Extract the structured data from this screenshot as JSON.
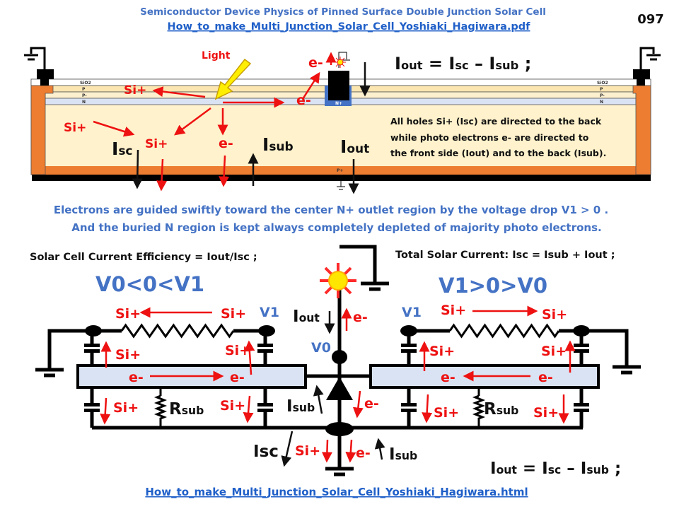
{
  "header": {
    "title": "Semiconductor Device Physics of Pinned Surface Double Junction Solar Cell",
    "pdf_link": "How_to_make_Multi_Junction_Solar_Cell_Yoshiaki_Hagiwara.pdf",
    "page_number": "097"
  },
  "symbols": {
    "hole": "Si+",
    "electron": "e-",
    "current": "I",
    "sc": "sc",
    "sub": "sub",
    "out": "out",
    "r": "R",
    "v0": "V0",
    "v1": "V1"
  },
  "cross_section": {
    "layers": {
      "sio2": "SiO2",
      "p": "P",
      "p_minus": "P-",
      "n": "N",
      "n_plus": "N+",
      "p_plus": "P+"
    },
    "light": "Light",
    "note": [
      "All holes Si+ (Isc) are directed to the back",
      "while photo electrons e- are directed to",
      "the front side (Iout) and to the back (Isub)."
    ]
  },
  "equation": {
    "eq1": " = I",
    "eq2": " – I",
    "end": " ;"
  },
  "explanation": [
    "Electrons are guided swiftly toward the center N+ outlet region by the voltage drop  V1 > 0 .",
    "And the buried N region is kept always completely depleted of majority photo electrons."
  ],
  "circuit": {
    "efficiency": "Solar Cell Current Efficiency = Iout/Isc ;",
    "total_current": "Total Solar Current: Isc = Isub + Iout ;",
    "left_condition": "V0<0<V1",
    "right_condition": "V1>0>V0"
  },
  "footer": {
    "html_link": "How_to_make_Multi_Junction_Solar_Cell_Yoshiaki_Hagiwara.html"
  },
  "colors": {
    "hole": "#ee1111",
    "note_blue": "#4472c4",
    "n_layer": "#dae3f3",
    "bulk": "#fff2cc",
    "p_plus": "#ed7d31"
  }
}
